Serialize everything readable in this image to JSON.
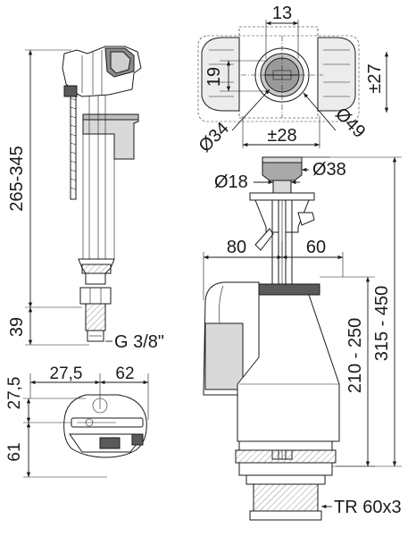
{
  "colors": {
    "line": "#1a1a1a",
    "light_gray": "#d9d9d9",
    "mid_gray": "#a9a9a9",
    "dark_gray": "#5a5a5a",
    "hatch_gray": "#e6e6e6"
  },
  "fill_valve": {
    "height_label": "265-345",
    "thread_length_label": "39",
    "thread_label": "G 3/8\""
  },
  "fill_valve_top_view": {
    "offset_label": "27,5",
    "width_left_label": "27,5",
    "width_right_label": "62",
    "depth_label": "61"
  },
  "button_top_view": {
    "width_13": "13",
    "height_19": "19",
    "travel_27": "±27",
    "diameter_34": "Ø34",
    "diameter_49": "Ø49",
    "travel_28": "±28"
  },
  "flush_valve": {
    "button_diameter_label": "Ø38",
    "rod_diameter_label": "Ø18",
    "left_reach_label": "80",
    "right_reach_label": "60",
    "mid_height_label": "210 - 250",
    "total_height_label": "315 - 450",
    "thread_label": "TR 60x3"
  }
}
